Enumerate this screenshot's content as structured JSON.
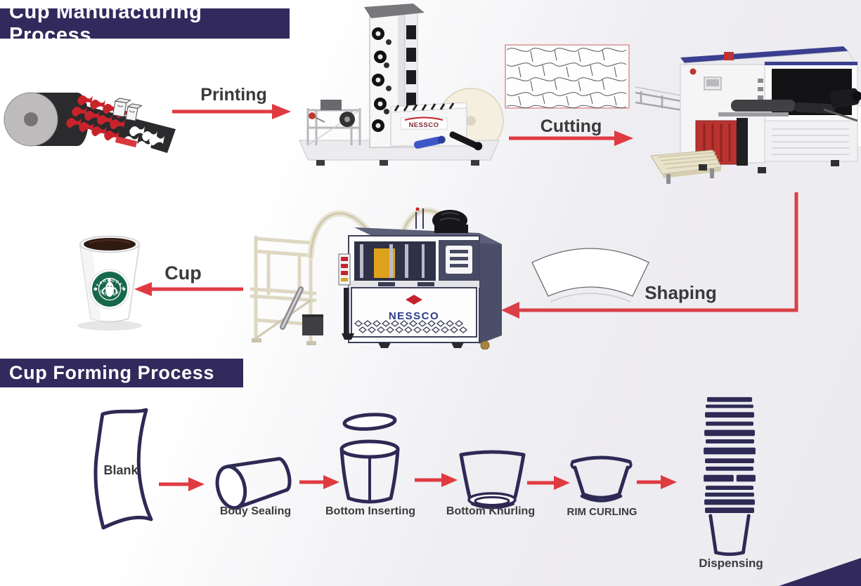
{
  "manufacturing": {
    "title": "Cup Manufacturing Process",
    "printing_label": "Printing",
    "cutting_label": "Cutting",
    "shaping_label": "Shaping",
    "cup_label": "Cup",
    "printing_machine_brand": "NESSCO",
    "forming_machine_brand": "NESSCO",
    "cup_logo_top": "STARBUCKS",
    "cup_logo_bottom": "COFFEE"
  },
  "forming": {
    "title": "Cup Forming Process",
    "blank_label": "Blank",
    "body_sealing_label": "Body Sealing",
    "bottom_inserting_label": "Bottom Inserting",
    "bottom_knurling_label": "Bottom Knurling",
    "rim_curling_label": "RIM CURLING",
    "dispensing_label": "Dispensing"
  },
  "colors": {
    "banner_bg": "#322a5c",
    "arrow_red": "#e03a41",
    "outline_navy": "#2e2a55",
    "label_gray": "#3a3a3a",
    "blank_chip_red": "#c8232b"
  }
}
